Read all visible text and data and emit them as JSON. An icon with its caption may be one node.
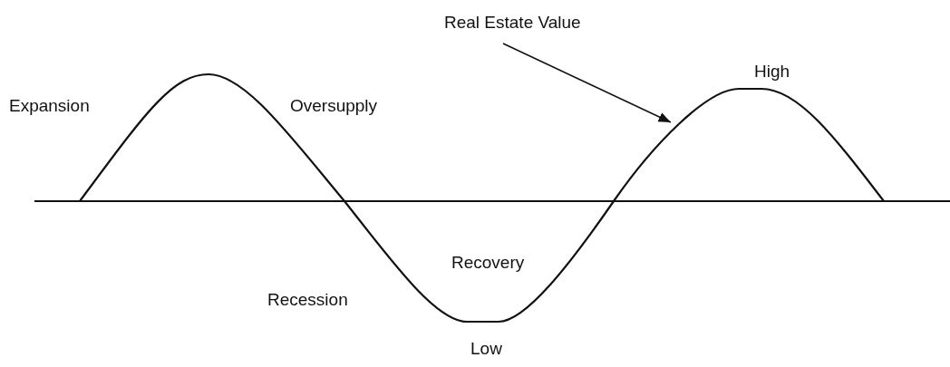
{
  "diagram": {
    "nodes": [
      {
        "text": [
          "Real Estate Value"
        ]
      },
      {
        "text": [],
        "shape": "curve"
      }
    ],
    "edges": [
      {
        "from": 0,
        "to": 1,
        "arrow": "to"
      }
    ],
    "labels": [
      "High",
      "Expansion",
      "Oversupply",
      "Recovery",
      "Recession",
      "Low"
    ]
  }
}
